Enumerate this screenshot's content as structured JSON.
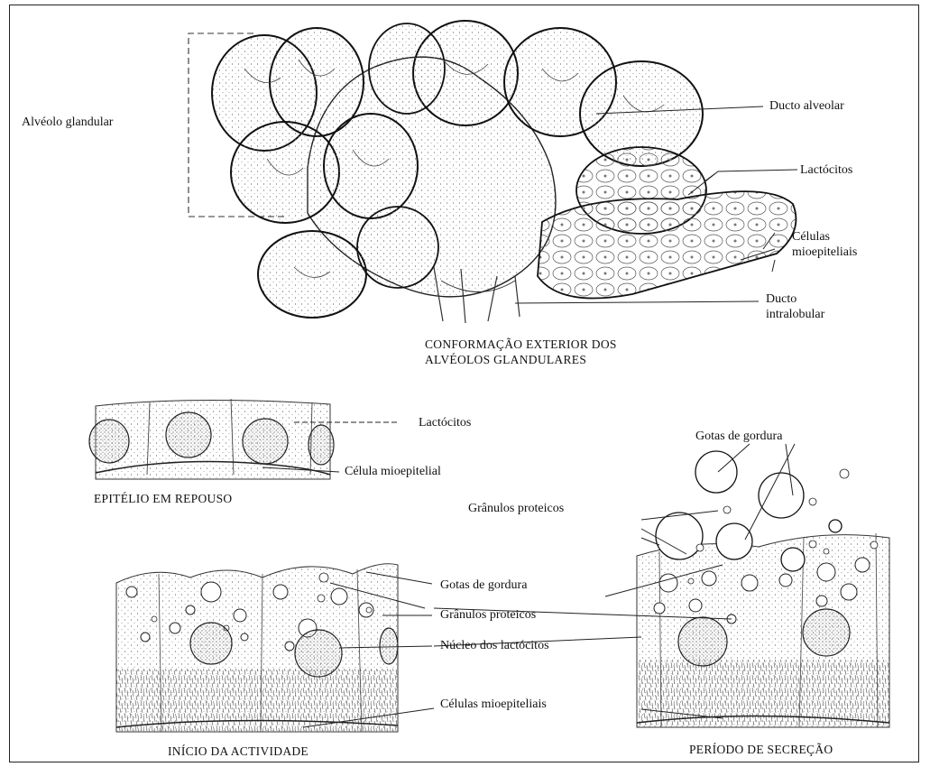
{
  "top_figure": {
    "caption_line1": "CONFORMAÇÃO EXTERIOR DOS",
    "caption_line2": "ALVÉOLOS GLANDULARES",
    "labels": {
      "alveolo_glandular": "Alvéolo glandular",
      "ducto_alveolar": "Ducto alveolar",
      "lactocitos": "Lactócitos",
      "celulas_mioepiteliais_line1": "Células",
      "celulas_mioepiteliais_line2": "mioepiteliais",
      "ducto_intralobular_line1": "Ducto",
      "ducto_intralobular_line2": "intralobular"
    }
  },
  "resting_panel": {
    "caption": "EPITÉLIO EM REPOUSO",
    "labels": {
      "lactocitos": "Lactócitos",
      "celula_mioepitelial": "Célula mioepitelial"
    }
  },
  "activity_panel": {
    "caption": "INÍCIO DA ACTIVIDADE",
    "labels": {
      "gotas_de_gordura": "Gotas de gordura",
      "granulos_proteicos": "Grânulos proteicos",
      "nucleo_dos_lactocitos": "Núcleo dos lactócitos",
      "celulas_mioepiteliais": "Células mioepiteliais"
    }
  },
  "secretion_panel": {
    "caption": "PERÍODO DE SECREÇÃO",
    "labels": {
      "gotas_de_gordura": "Gotas de gordura",
      "granulos_proteicos": "Grânulos proteicos"
    }
  }
}
